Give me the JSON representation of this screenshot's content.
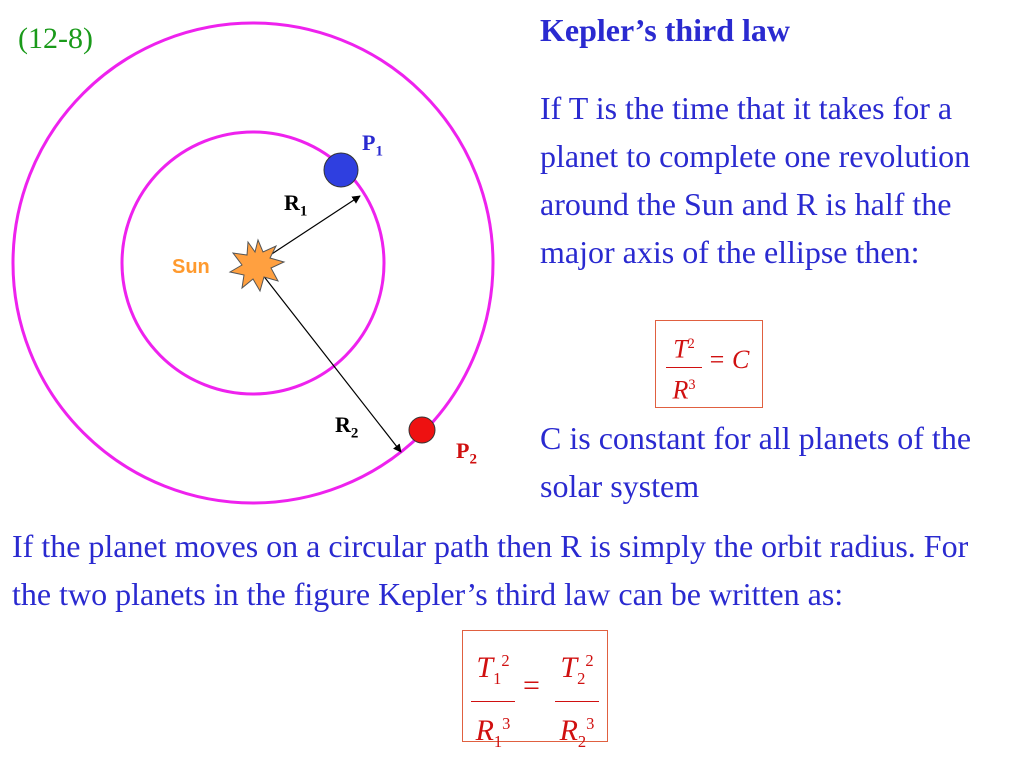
{
  "slide_number": "(12-8)",
  "title": "Kepler’s third law",
  "paragraph_top": "If T is the time that it takes for a planet to complete one revolution around the Sun and R is half the major axis of the ellipse then:",
  "paragraph_constant": "C is constant for all planets of the solar system",
  "paragraph_bottom": "If the planet moves on a circular path then R is simply the orbit radius.  For the two planets in the figure Kepler’s third law can be written as:",
  "diagram": {
    "sun_label": "Sun",
    "r1_label": "R",
    "r1_sub": "1",
    "r2_label": "R",
    "r2_sub": "2",
    "p1_label": "P",
    "p1_sub": "1",
    "p2_label": "P",
    "p2_sub": "2",
    "orbit_color": "#ee22ee",
    "p1_color": "#2f3fe0",
    "p2_color": "#ee1111",
    "sun_color": "#ffa040"
  },
  "formula1": {
    "T": "T",
    "T_exp": "2",
    "R": "R",
    "R_exp": "3",
    "rhs": "= C"
  },
  "formula2": {
    "T1": "T",
    "T1_sub": "1",
    "T1_exp": "2",
    "R1": "R",
    "R1_sub": "1",
    "R1_exp": "3",
    "eq": "=",
    "T2": "T",
    "T2_sub": "2",
    "T2_exp": "2",
    "R2": "R",
    "R2_sub": "2",
    "R2_exp": "3"
  }
}
